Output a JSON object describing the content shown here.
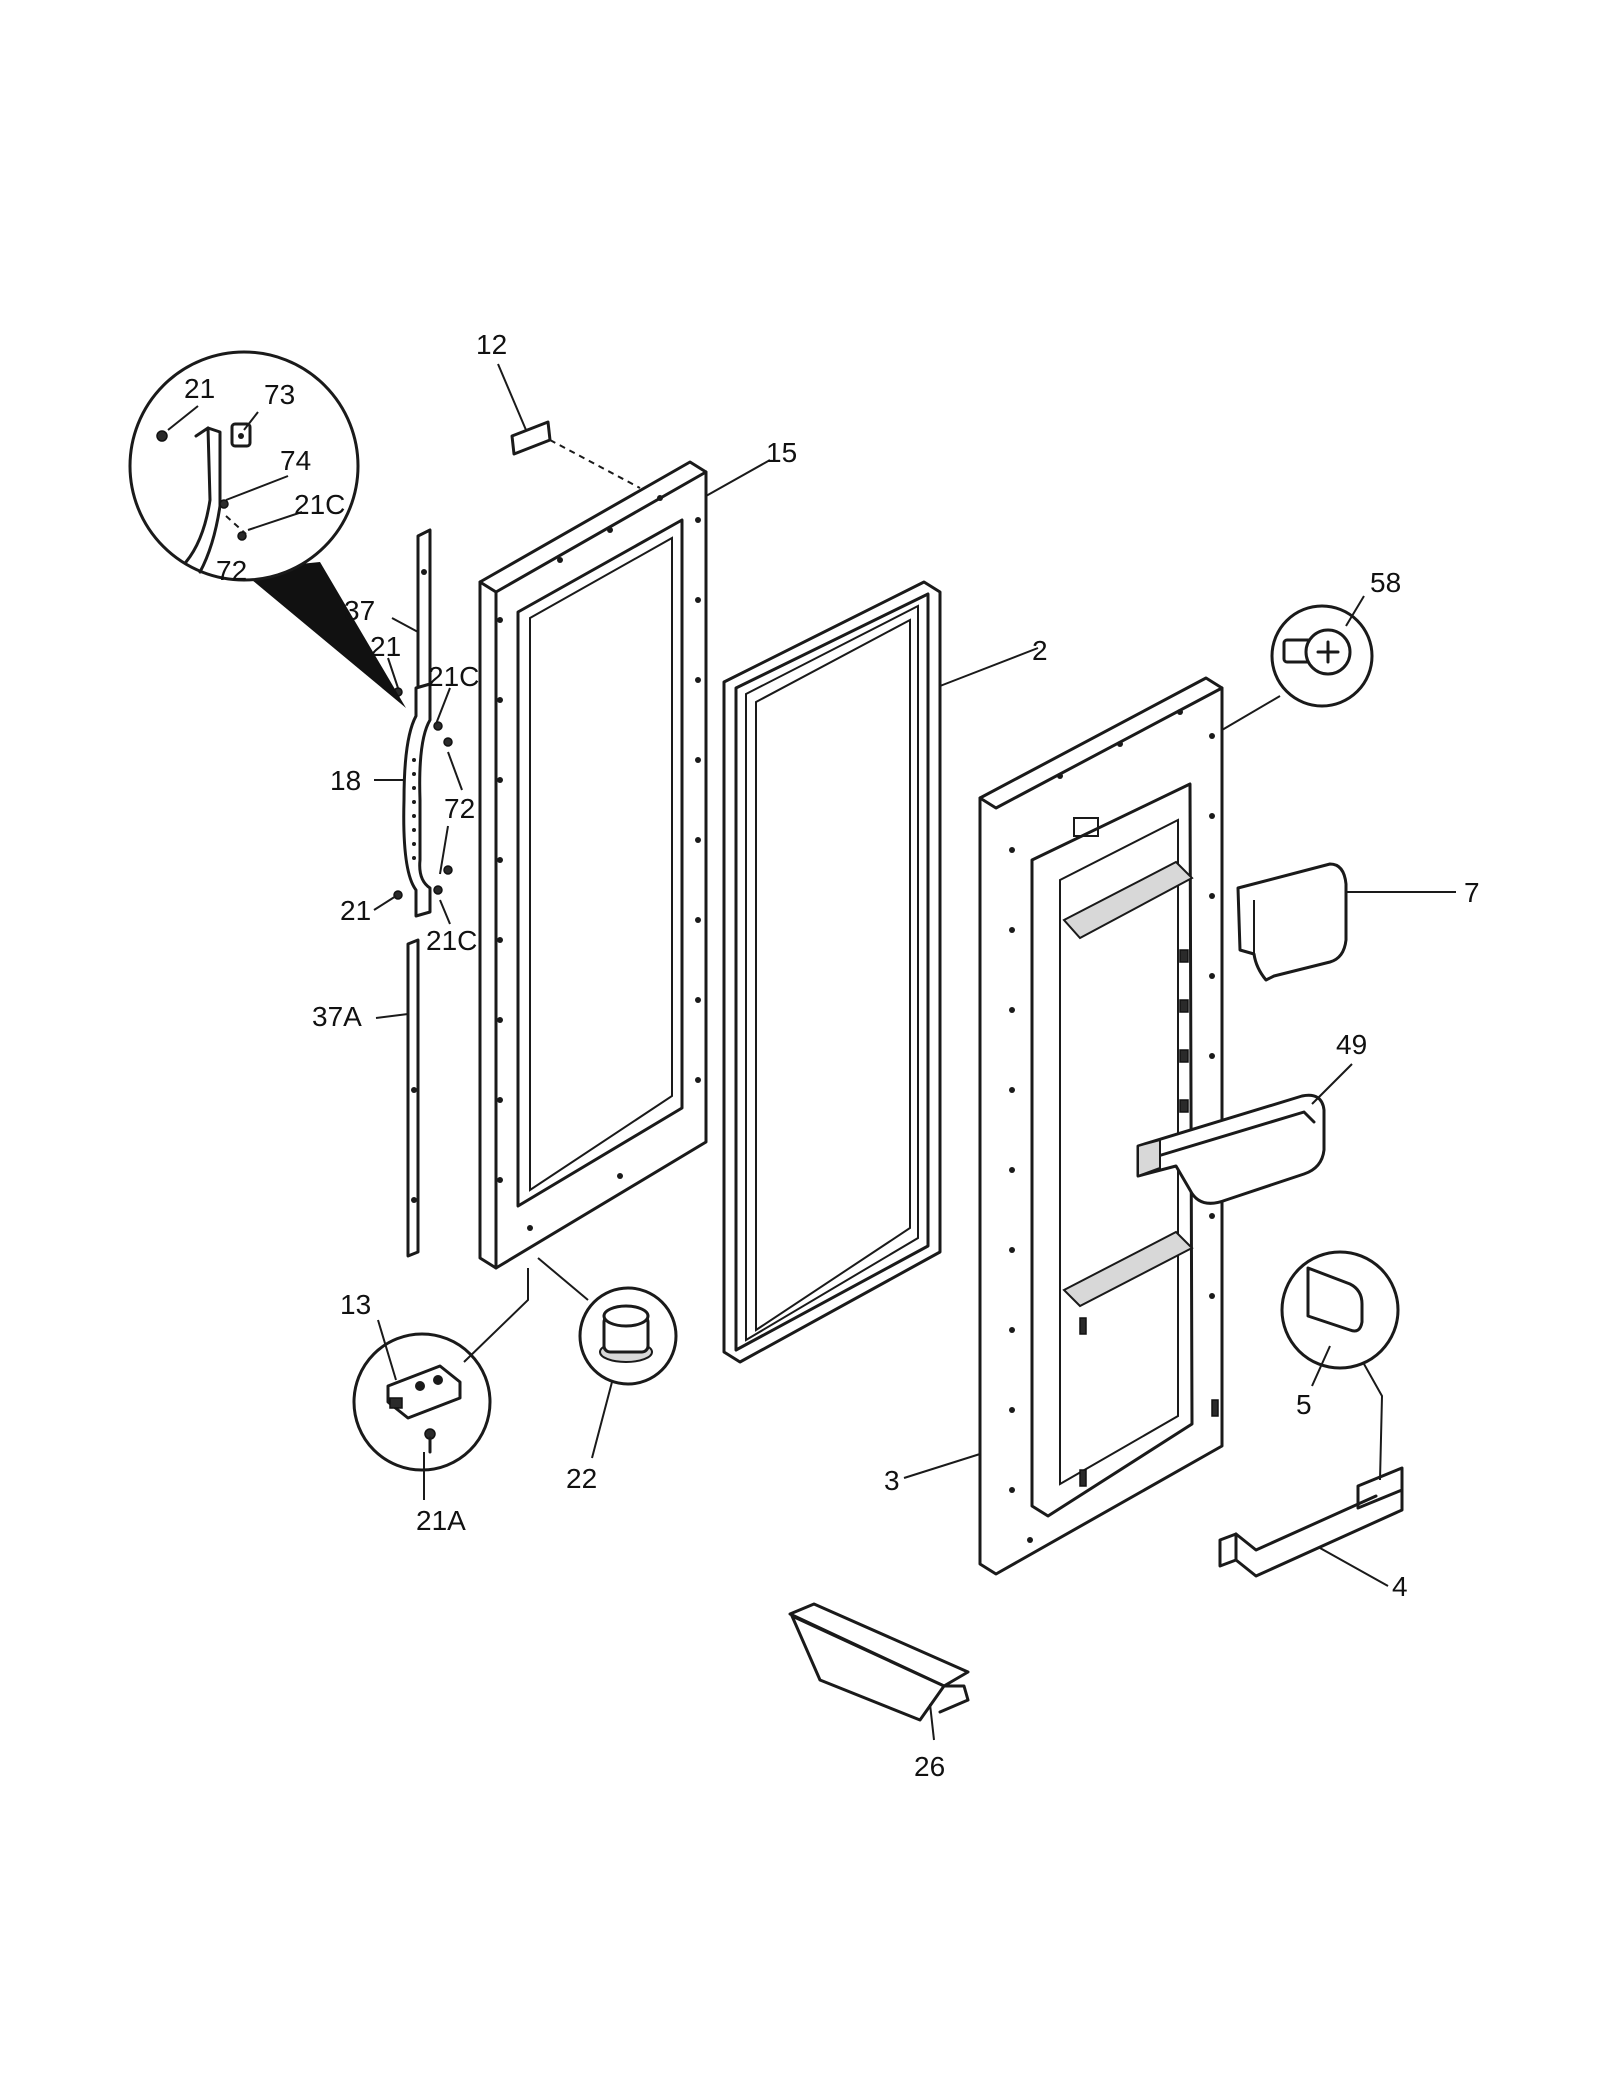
{
  "callouts": [
    {
      "id": "12",
      "label": "12"
    },
    {
      "id": "15",
      "label": "15"
    },
    {
      "id": "21-detail",
      "label": "21"
    },
    {
      "id": "73",
      "label": "73"
    },
    {
      "id": "74",
      "label": "74"
    },
    {
      "id": "21c-detail",
      "label": "21C"
    },
    {
      "id": "72-detail",
      "label": "72"
    },
    {
      "id": "37",
      "label": "37"
    },
    {
      "id": "21-top",
      "label": "21"
    },
    {
      "id": "21c-top",
      "label": "21C"
    },
    {
      "id": "18",
      "label": "18"
    },
    {
      "id": "72",
      "label": "72"
    },
    {
      "id": "21-bottom",
      "label": "21"
    },
    {
      "id": "21c-bottom",
      "label": "21C"
    },
    {
      "id": "37a",
      "label": "37A"
    },
    {
      "id": "13",
      "label": "13"
    },
    {
      "id": "21a",
      "label": "21A"
    },
    {
      "id": "22",
      "label": "22"
    },
    {
      "id": "2",
      "label": "2"
    },
    {
      "id": "58",
      "label": "58"
    },
    {
      "id": "7",
      "label": "7"
    },
    {
      "id": "49",
      "label": "49"
    },
    {
      "id": "5",
      "label": "5"
    },
    {
      "id": "3",
      "label": "3"
    },
    {
      "id": "4",
      "label": "4"
    },
    {
      "id": "26",
      "label": "26"
    }
  ]
}
